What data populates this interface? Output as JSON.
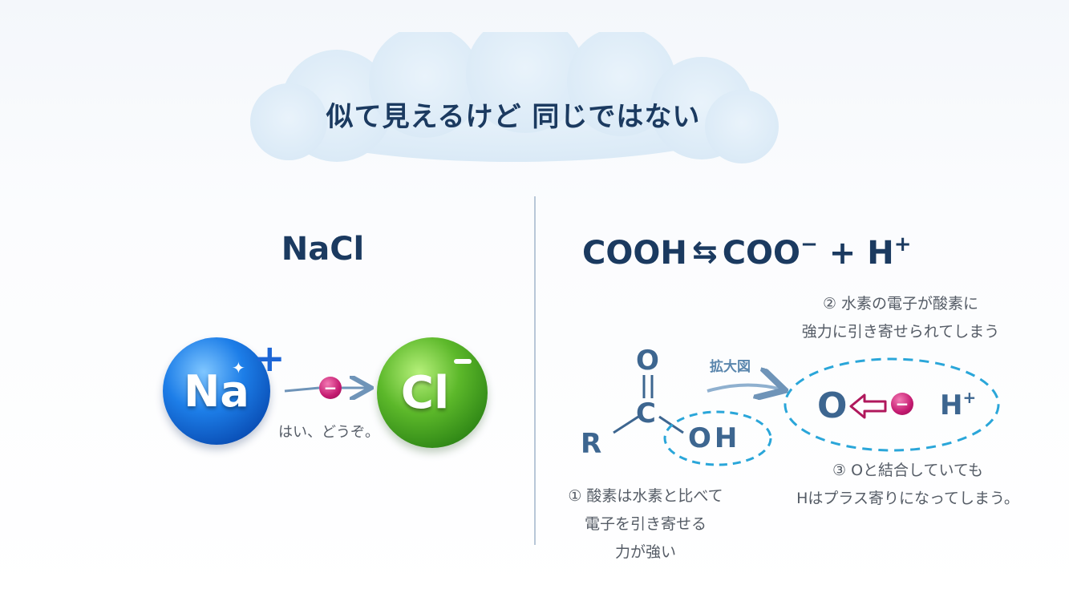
{
  "title": "似て見えるけど 同じではない",
  "left_panel": {
    "formula": "NaCl",
    "na_label": "Na",
    "na_charge": "+",
    "cl_label": "Cl",
    "electron_symbol": "−",
    "caption": "はい、どうぞ。"
  },
  "right_panel": {
    "formula_reactant": "COOH",
    "equilibrium_arrow": "⇆",
    "formula_product_base": "COO",
    "formula_product_charge": "−",
    "formula_plus": "+",
    "formula_h": "H",
    "formula_h_charge": "+",
    "atoms": {
      "o": "O",
      "c": "C",
      "r": "R",
      "oh": "OH"
    },
    "zoom_label": "拡大図",
    "zoom_o": "O",
    "zoom_h": "H",
    "zoom_h_charge": "+",
    "note1_lines": [
      "① 酸素は水素と比べて",
      "電子を引き寄せる",
      "力が強い"
    ],
    "note2_lines": [
      "② 水素の電子が酸素に",
      "強力に引き寄せられてしまう"
    ],
    "note3_lines": [
      "③ Oと結合していても",
      "Hはプラス寄りになってしまう。"
    ]
  },
  "colors": {
    "title": "#1b3a60",
    "na_sphere": "#0a4fb6",
    "cl_sphere": "#2f8716",
    "electron": "#c41a70",
    "dashed_ellipse": "#2aa6d9",
    "bond": "#3d6690",
    "arrow": "#6f94b8",
    "hollow_arrow": "#b0185c"
  },
  "icons": {
    "cloud": "cloud-shape",
    "transfer_arrow": "arrow-right-icon",
    "zoom_arrow": "curved-arrow-right-icon",
    "pull_arrow": "hollow-arrow-left-icon"
  }
}
